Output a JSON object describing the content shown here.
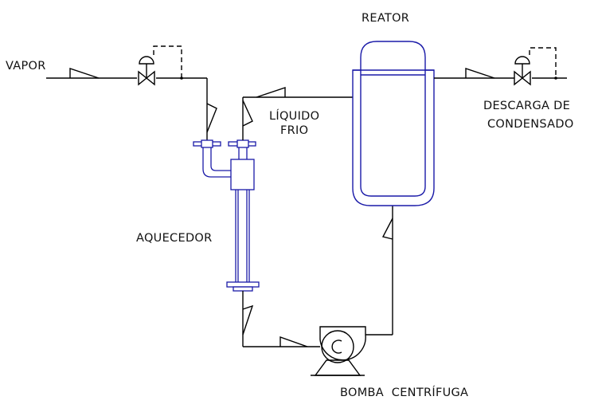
{
  "labels": {
    "vapor": "VAPOR",
    "reator": "REATOR",
    "liquido_line1": "LÍQUIDO",
    "liquido_line2": "FRIO",
    "descarga_line1": "DESCARGA DE",
    "descarga_line2": "CONDENSADO",
    "aquecedor": "AQUECEDOR",
    "bomba": "BOMBA  CENTRÍFUGA"
  },
  "colors": {
    "equipment": "#1a1aa8",
    "piping": "#000000",
    "text": "#111111"
  }
}
